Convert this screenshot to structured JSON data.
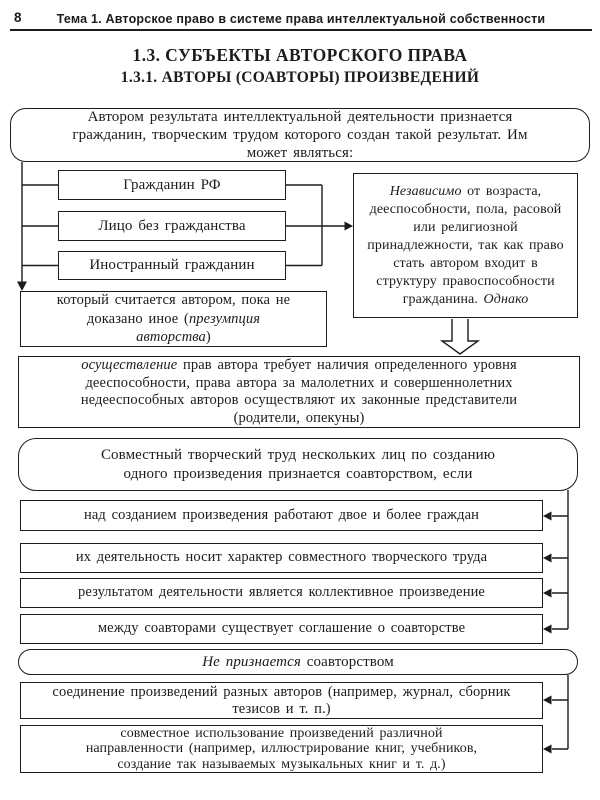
{
  "page": {
    "number": "8",
    "header": "Тема 1. Авторское право в системе права интеллектуальной собственности"
  },
  "titles": {
    "section": "1.3. СУБЪЕКТЫ АВТОРСКОГО ПРАВА",
    "subsection": "1.3.1. АВТОРЫ (СОАВТОРЫ) ПРОИЗВЕДЕНИЙ"
  },
  "diagram": {
    "author_def": "Автором результата интеллектуальной деятельности признается гражданин, творческим трудом которого создан такой результат. Им может являться:",
    "citizen_types": [
      "Гражданин РФ",
      "Лицо без гражданства",
      "Иностранный гражданин"
    ],
    "independence": {
      "italic_lead": "Независимо",
      "body": " от возраста, дееспособности, пола, расовой или религиозной принадлежности, так как право стать автором входит в структуру правоспособности гражданина. ",
      "italic_tail": "Однако"
    },
    "presumption": {
      "pre": "который считается автором, пока не доказано иное (",
      "italic": "презумпция авторства",
      "post": ")"
    },
    "capacity": {
      "italic_lead": "осуществление",
      "body": " прав автора требует наличия определенного уровня дееспособности, права автора за малолетних и совершеннолетних недееспособных авторов осуществляют их законные представители (родители, опекуны)"
    },
    "coauthorship_header": "Совместный творческий труд нескольких лиц по созданию одного произведения признается соавторством, если",
    "coauthorship_conditions": [
      "над созданием произведения работают двое и более граждан",
      "их деятельность носит характер совместного творческого труда",
      "результатом деятельности является коллективное произведение",
      "между соавторами существует соглашение о соавторстве"
    ],
    "not_coauthorship": {
      "italic_lead": "Не признается",
      "body": " соавторством"
    },
    "not_coauthorship_items": [
      "соединение произведений разных авторов (например, журнал, сборник тезисов и т. п.)",
      "совместное использование произведений различной направленности (например, иллюстрирование книг, учебников, создание так называемых музыкальных книг и т. д.)"
    ]
  },
  "colors": {
    "ink": "#1c1c1c",
    "paper": "#ffffff"
  }
}
